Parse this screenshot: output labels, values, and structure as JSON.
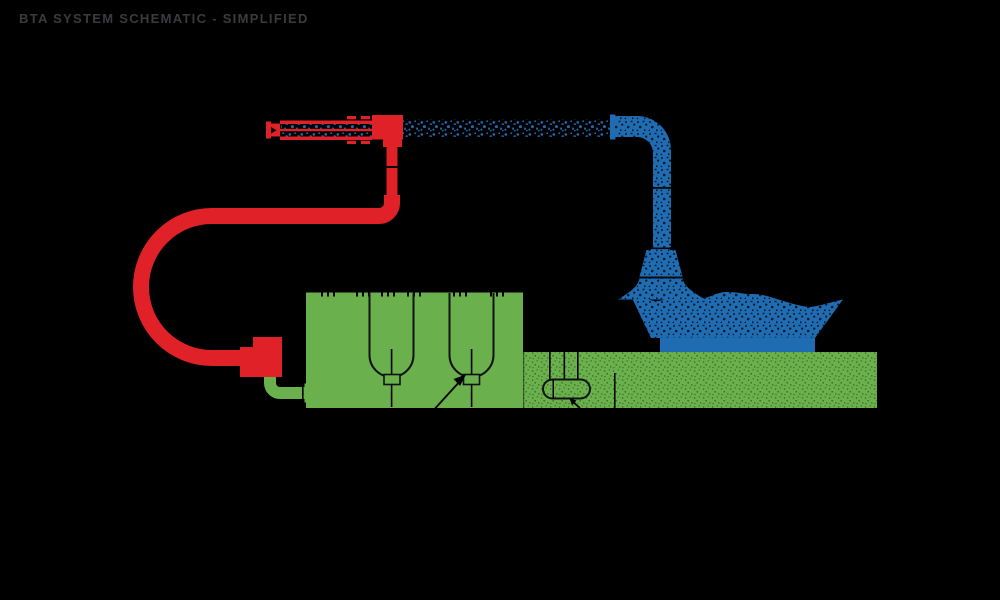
{
  "title": "BTA SYSTEM SCHEMATIC - SIMPLIFIED",
  "colors": {
    "background": "#000000",
    "red": "#e02128",
    "green": "#6ab04c",
    "blue": "#1f6cb2",
    "title_text": "#3b3b3e"
  },
  "components": {
    "drill_head": "drill-head",
    "boring_bar": "boring-bar",
    "pressure_head": "pressure-head-block",
    "outlet_pipe": "outlet-pipe",
    "return_hose": "return-hose",
    "pump": "pump",
    "suction_pipe": "suction-pipe",
    "coolant_tank": "coolant-tank",
    "filter_bell_1": "filter-bell-1",
    "filter_bell_2": "filter-bell-2",
    "machine_bed": "machine-bed",
    "chip_conveyor": "chip-conveyor",
    "chip_stream": "chip-stream",
    "discharge_pipe": "discharge-pipe",
    "discharge_funnel": "discharge-funnel",
    "chip_container": "chip-container"
  }
}
